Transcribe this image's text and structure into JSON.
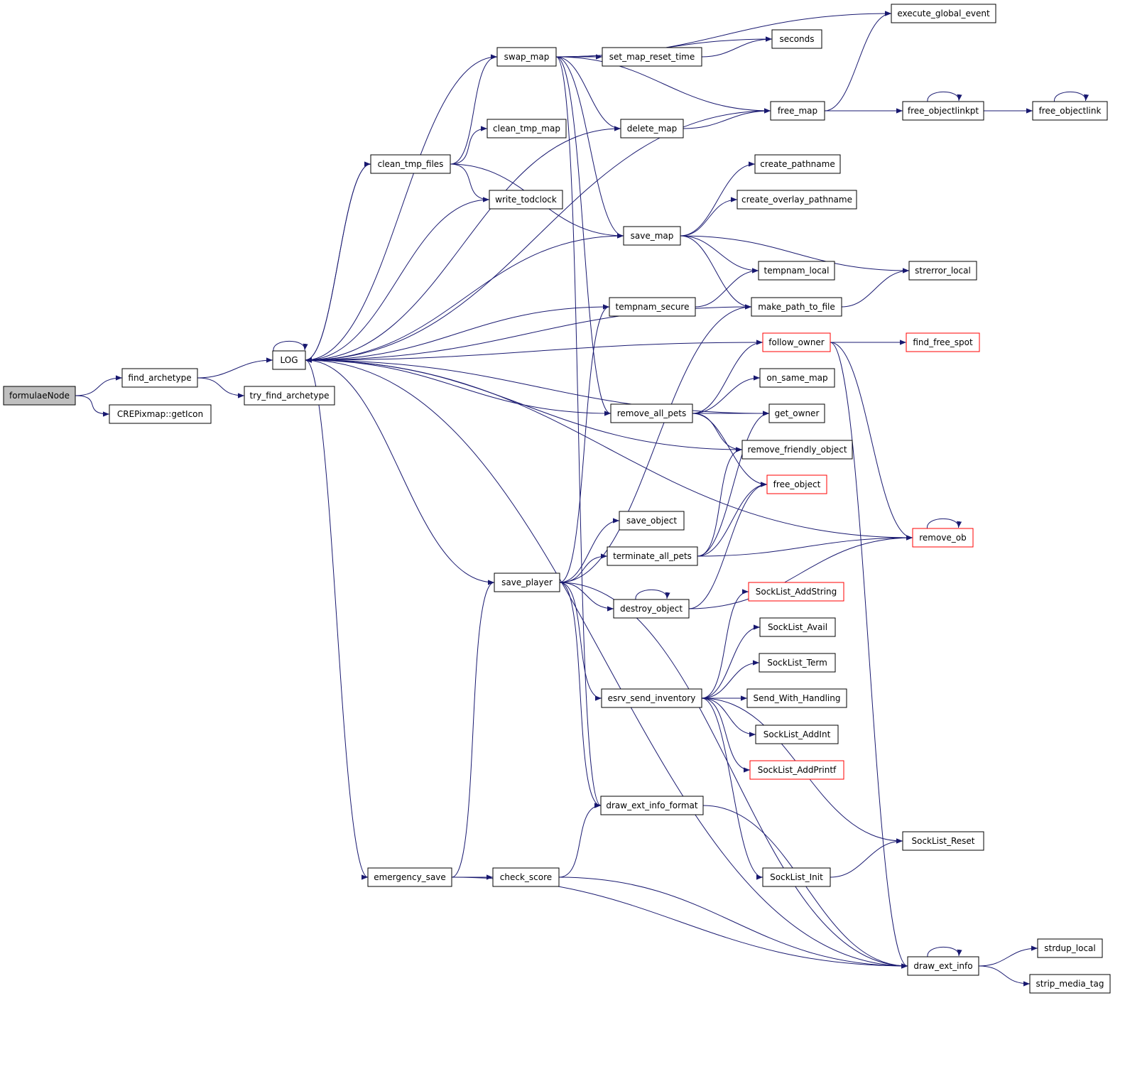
{
  "colors": {
    "edge": "#191970",
    "root_fill": "#bfbfbf",
    "red_border": "#ff0000"
  },
  "nodes": [
    {
      "id": "formulaeNode",
      "label": "formulaeNode",
      "root": true
    },
    {
      "id": "find_archetype",
      "label": "find_archetype"
    },
    {
      "id": "CREPixmap_getIcon",
      "label": "CREPixmap::getIcon"
    },
    {
      "id": "LOG",
      "label": "LOG"
    },
    {
      "id": "try_find_archetype",
      "label": "try_find_archetype"
    },
    {
      "id": "clean_tmp_files",
      "label": "clean_tmp_files"
    },
    {
      "id": "emergency_save",
      "label": "emergency_save"
    },
    {
      "id": "swap_map",
      "label": "swap_map"
    },
    {
      "id": "clean_tmp_map",
      "label": "clean_tmp_map"
    },
    {
      "id": "write_todclock",
      "label": "write_todclock"
    },
    {
      "id": "save_player",
      "label": "save_player"
    },
    {
      "id": "check_score",
      "label": "check_score"
    },
    {
      "id": "set_map_reset_time",
      "label": "set_map_reset_time"
    },
    {
      "id": "delete_map",
      "label": "delete_map"
    },
    {
      "id": "save_map",
      "label": "save_map"
    },
    {
      "id": "tempnam_secure",
      "label": "tempnam_secure"
    },
    {
      "id": "remove_all_pets",
      "label": "remove_all_pets"
    },
    {
      "id": "save_object",
      "label": "save_object"
    },
    {
      "id": "terminate_all_pets",
      "label": "terminate_all_pets"
    },
    {
      "id": "destroy_object",
      "label": "destroy_object"
    },
    {
      "id": "esrv_send_inventory",
      "label": "esrv_send_inventory"
    },
    {
      "id": "draw_ext_info_format",
      "label": "draw_ext_info_format"
    },
    {
      "id": "seconds",
      "label": "seconds"
    },
    {
      "id": "free_map",
      "label": "free_map"
    },
    {
      "id": "create_pathname",
      "label": "create_pathname"
    },
    {
      "id": "create_overlay_pathname",
      "label": "create_overlay_pathname"
    },
    {
      "id": "tempnam_local",
      "label": "tempnam_local"
    },
    {
      "id": "make_path_to_file",
      "label": "make_path_to_file"
    },
    {
      "id": "follow_owner",
      "label": "follow_owner",
      "red": true
    },
    {
      "id": "on_same_map",
      "label": "on_same_map"
    },
    {
      "id": "get_owner",
      "label": "get_owner"
    },
    {
      "id": "remove_friendly_object",
      "label": "remove_friendly_object"
    },
    {
      "id": "free_object",
      "label": "free_object",
      "red": true
    },
    {
      "id": "SockList_AddString",
      "label": "SockList_AddString",
      "red": true
    },
    {
      "id": "SockList_Avail",
      "label": "SockList_Avail"
    },
    {
      "id": "SockList_Term",
      "label": "SockList_Term"
    },
    {
      "id": "Send_With_Handling",
      "label": "Send_With_Handling"
    },
    {
      "id": "SockList_AddInt",
      "label": "SockList_AddInt"
    },
    {
      "id": "SockList_AddPrintf",
      "label": "SockList_AddPrintf",
      "red": true
    },
    {
      "id": "SockList_Init",
      "label": "SockList_Init"
    },
    {
      "id": "execute_global_event",
      "label": "execute_global_event"
    },
    {
      "id": "free_objectlinkpt",
      "label": "free_objectlinkpt"
    },
    {
      "id": "strerror_local",
      "label": "strerror_local"
    },
    {
      "id": "find_free_spot",
      "label": "find_free_spot",
      "red": true
    },
    {
      "id": "remove_ob",
      "label": "remove_ob",
      "red": true
    },
    {
      "id": "SockList_Reset",
      "label": "SockList_Reset"
    },
    {
      "id": "draw_ext_info",
      "label": "draw_ext_info"
    },
    {
      "id": "free_objectlink",
      "label": "free_objectlink"
    },
    {
      "id": "strdup_local",
      "label": "strdup_local"
    },
    {
      "id": "strip_media_tag",
      "label": "strip_media_tag"
    }
  ],
  "edges": [
    [
      "formulaeNode",
      "find_archetype"
    ],
    [
      "formulaeNode",
      "CREPixmap_getIcon"
    ],
    [
      "find_archetype",
      "LOG"
    ],
    [
      "find_archetype",
      "try_find_archetype"
    ],
    [
      "LOG",
      "LOG"
    ],
    [
      "LOG",
      "clean_tmp_files"
    ],
    [
      "LOG",
      "emergency_save"
    ],
    [
      "swap_map",
      "LOG"
    ],
    [
      "clean_tmp_files",
      "LOG"
    ],
    [
      "write_todclock",
      "LOG"
    ],
    [
      "delete_map",
      "LOG"
    ],
    [
      "free_map",
      "LOG"
    ],
    [
      "save_map",
      "LOG"
    ],
    [
      "make_path_to_file",
      "LOG"
    ],
    [
      "tempnam_secure",
      "LOG"
    ],
    [
      "follow_owner",
      "LOG"
    ],
    [
      "remove_all_pets",
      "LOG"
    ],
    [
      "get_owner",
      "LOG"
    ],
    [
      "remove_friendly_object",
      "LOG"
    ],
    [
      "save_player",
      "LOG"
    ],
    [
      "remove_ob",
      "LOG"
    ],
    [
      "draw_ext_info",
      "LOG"
    ],
    [
      "clean_tmp_files",
      "swap_map"
    ],
    [
      "clean_tmp_files",
      "clean_tmp_map"
    ],
    [
      "clean_tmp_files",
      "write_todclock"
    ],
    [
      "clean_tmp_files",
      "save_map"
    ],
    [
      "emergency_save",
      "save_player"
    ],
    [
      "emergency_save",
      "check_score"
    ],
    [
      "emergency_save",
      "draw_ext_info"
    ],
    [
      "swap_map",
      "execute_global_event"
    ],
    [
      "swap_map",
      "seconds"
    ],
    [
      "swap_map",
      "set_map_reset_time"
    ],
    [
      "swap_map",
      "free_map"
    ],
    [
      "swap_map",
      "delete_map"
    ],
    [
      "swap_map",
      "save_map"
    ],
    [
      "swap_map",
      "remove_all_pets"
    ],
    [
      "swap_map",
      "draw_ext_info_format"
    ],
    [
      "set_map_reset_time",
      "seconds"
    ],
    [
      "delete_map",
      "free_map"
    ],
    [
      "free_map",
      "execute_global_event"
    ],
    [
      "free_map",
      "free_objectlinkpt"
    ],
    [
      "free_objectlinkpt",
      "free_objectlinkpt"
    ],
    [
      "free_objectlinkpt",
      "free_objectlink"
    ],
    [
      "free_objectlink",
      "free_objectlink"
    ],
    [
      "save_map",
      "create_pathname"
    ],
    [
      "save_map",
      "create_overlay_pathname"
    ],
    [
      "save_map",
      "tempnam_local"
    ],
    [
      "save_map",
      "strerror_local"
    ],
    [
      "save_map",
      "make_path_to_file"
    ],
    [
      "make_path_to_file",
      "strerror_local"
    ],
    [
      "tempnam_secure",
      "tempnam_local"
    ],
    [
      "remove_all_pets",
      "follow_owner"
    ],
    [
      "remove_all_pets",
      "on_same_map"
    ],
    [
      "remove_all_pets",
      "get_owner"
    ],
    [
      "remove_all_pets",
      "remove_friendly_object"
    ],
    [
      "remove_all_pets",
      "free_object"
    ],
    [
      "follow_owner",
      "find_free_spot"
    ],
    [
      "follow_owner",
      "remove_ob"
    ],
    [
      "follow_owner",
      "draw_ext_info"
    ],
    [
      "remove_ob",
      "remove_ob"
    ],
    [
      "save_player",
      "tempnam_secure"
    ],
    [
      "save_player",
      "make_path_to_file"
    ],
    [
      "save_player",
      "save_object"
    ],
    [
      "save_player",
      "terminate_all_pets"
    ],
    [
      "save_player",
      "destroy_object"
    ],
    [
      "save_player",
      "esrv_send_inventory"
    ],
    [
      "save_player",
      "draw_ext_info_format"
    ],
    [
      "save_player",
      "draw_ext_info"
    ],
    [
      "terminate_all_pets",
      "get_owner"
    ],
    [
      "terminate_all_pets",
      "remove_friendly_object"
    ],
    [
      "terminate_all_pets",
      "free_object"
    ],
    [
      "terminate_all_pets",
      "remove_ob"
    ],
    [
      "destroy_object",
      "destroy_object"
    ],
    [
      "destroy_object",
      "free_object"
    ],
    [
      "destroy_object",
      "remove_ob"
    ],
    [
      "esrv_send_inventory",
      "SockList_AddString"
    ],
    [
      "esrv_send_inventory",
      "SockList_Avail"
    ],
    [
      "esrv_send_inventory",
      "SockList_Term"
    ],
    [
      "esrv_send_inventory",
      "Send_With_Handling"
    ],
    [
      "esrv_send_inventory",
      "SockList_AddInt"
    ],
    [
      "esrv_send_inventory",
      "SockList_AddPrintf"
    ],
    [
      "esrv_send_inventory",
      "SockList_Reset"
    ],
    [
      "esrv_send_inventory",
      "SockList_Init"
    ],
    [
      "SockList_Init",
      "SockList_Reset"
    ],
    [
      "check_score",
      "draw_ext_info_format"
    ],
    [
      "check_score",
      "draw_ext_info"
    ],
    [
      "draw_ext_info_format",
      "draw_ext_info"
    ],
    [
      "draw_ext_info",
      "draw_ext_info"
    ],
    [
      "draw_ext_info",
      "strdup_local"
    ],
    [
      "draw_ext_info",
      "strip_media_tag"
    ]
  ]
}
